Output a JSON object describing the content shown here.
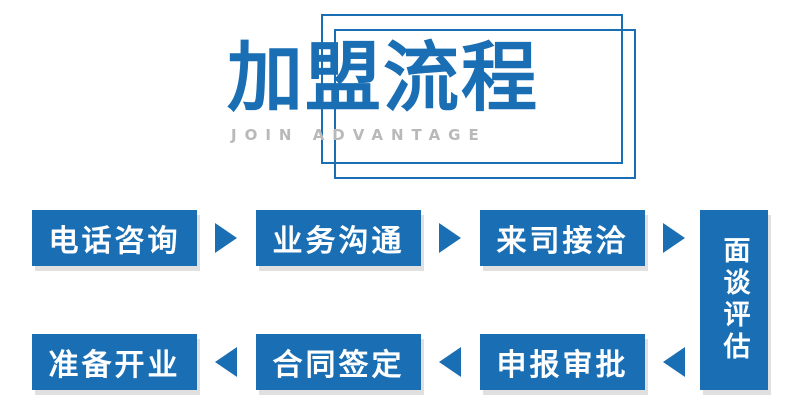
{
  "header": {
    "title": "加盟流程",
    "subtitle": "JOIN ADVANTAGE"
  },
  "colors": {
    "primary_blue": "#1a6eb4",
    "subtitle_gray": "#b9b9b9",
    "box_text": "#ffffff",
    "box_shadow": "#e0e0e0"
  },
  "flow": {
    "steps": [
      {
        "label": "电话咨询"
      },
      {
        "label": "业务沟通"
      },
      {
        "label": "来司接洽"
      },
      {
        "label": "面谈评估"
      },
      {
        "label": "申报审批"
      },
      {
        "label": "合同签定"
      },
      {
        "label": "准备开业"
      }
    ]
  }
}
